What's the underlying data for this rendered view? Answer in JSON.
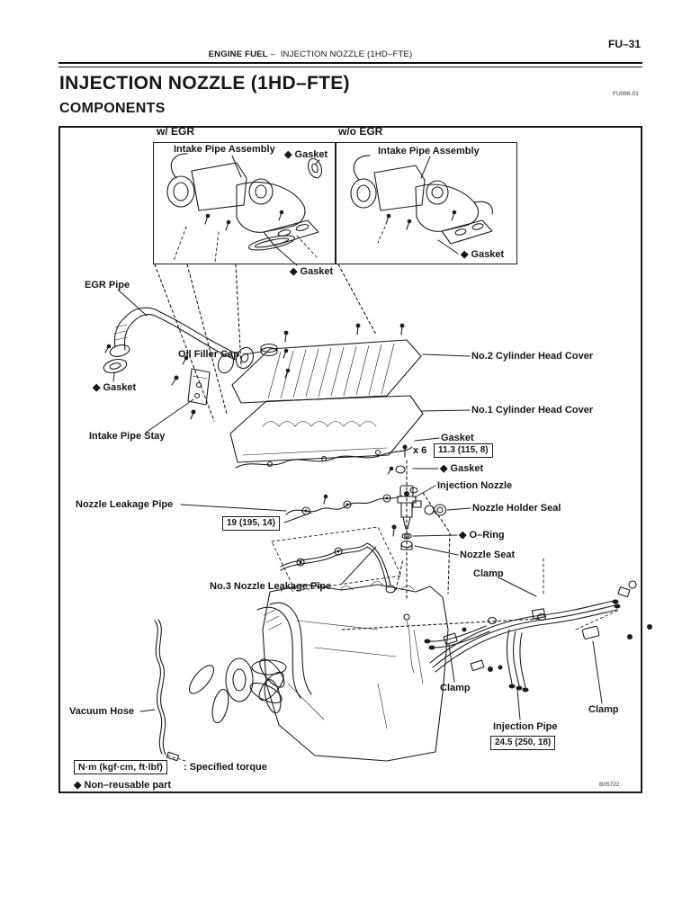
{
  "page": {
    "page_number": "FU–31",
    "header": {
      "section": "ENGINE FUEL",
      "dash": "–",
      "topic": "INJECTION NOZZLE (1HD–FTE)"
    },
    "title": "INJECTION NOZZLE (1HD–FTE)",
    "subtitle": "COMPONENTS",
    "figure_code": "FU088-01",
    "doc_code": "B05722"
  },
  "panels": {
    "left_heading": "w/ EGR",
    "right_heading": "w/o EGR",
    "left_intake_label": "Intake Pipe Assembly",
    "left_gasket_top": "◆ Gasket",
    "left_gasket_bottom": "◆ Gasket",
    "right_intake_label": "Intake Pipe Assembly",
    "right_gasket": "◆ Gasket"
  },
  "callouts": {
    "egr_pipe": "EGR Pipe",
    "oil_filler_cap": "Oil Filler Cap",
    "egr_gasket": "◆ Gasket",
    "intake_pipe_stay": "Intake Pipe Stay",
    "no2_head_cover": "No.2 Cylinder Head Cover",
    "no1_head_cover": "No.1 Cylinder Head Cover",
    "cover_gasket": "Gasket",
    "bolt_count": "x 6",
    "nozzle_gasket": "◆ Gasket",
    "injection_nozzle": "Injection Nozzle",
    "nozzle_holder_seal": "Nozzle Holder Seal",
    "o_ring": "◆ O–Ring",
    "nozzle_seat": "Nozzle Seat",
    "clamp_upper": "Clamp",
    "nozzle_leakage_pipe": "Nozzle Leakage Pipe",
    "no3_nozzle_leakage_pipe": "No.3 Nozzle Leakage Pipe",
    "clamp_left": "Clamp",
    "clamp_right": "Clamp",
    "injection_pipe": "Injection Pipe",
    "vacuum_hose": "Vacuum Hose"
  },
  "torques": {
    "head_cover": "11.3 (115, 8)",
    "leakage_pipe": "19 (195, 14)",
    "injection_pipe": "24.5 (250, 18)"
  },
  "legend": {
    "torque_unit": "N·m (kgf·cm, ft·lbf)",
    "torque_meaning": ": Specified torque",
    "non_reusable": "◆ Non–reusable part"
  }
}
